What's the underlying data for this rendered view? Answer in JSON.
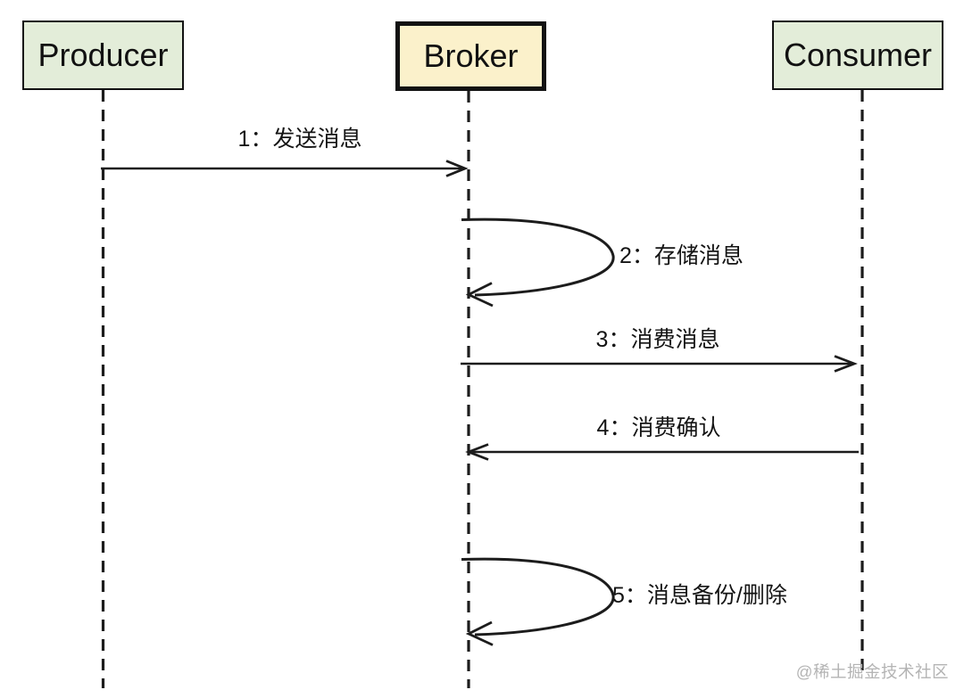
{
  "colors": {
    "background": "#ffffff",
    "actor-green": "#e3edd9",
    "broker-yellow": "#fbf1cb",
    "line-color": "#1c1c1c",
    "watermark-color": "#b4b4b4"
  },
  "diagram": {
    "type": "sequence-diagram",
    "actors": {
      "producer": {
        "label": "Producer"
      },
      "broker": {
        "label": "Broker"
      },
      "consumer": {
        "label": "Consumer"
      }
    },
    "messages": {
      "m1": {
        "label": "1：发送消息",
        "from": "Producer",
        "to": "Broker",
        "kind": "arrow"
      },
      "m2": {
        "label": "2：存储消息",
        "from": "Broker",
        "to": "Broker",
        "kind": "self-loop"
      },
      "m3": {
        "label": "3：消费消息",
        "from": "Broker",
        "to": "Consumer",
        "kind": "arrow"
      },
      "m4": {
        "label": "4：消费确认",
        "from": "Consumer",
        "to": "Broker",
        "kind": "arrow"
      },
      "m5": {
        "label": "5：消息备份/删除",
        "from": "Broker",
        "to": "Broker",
        "kind": "self-loop"
      }
    },
    "watermark": "@稀土掘金技术社区"
  }
}
